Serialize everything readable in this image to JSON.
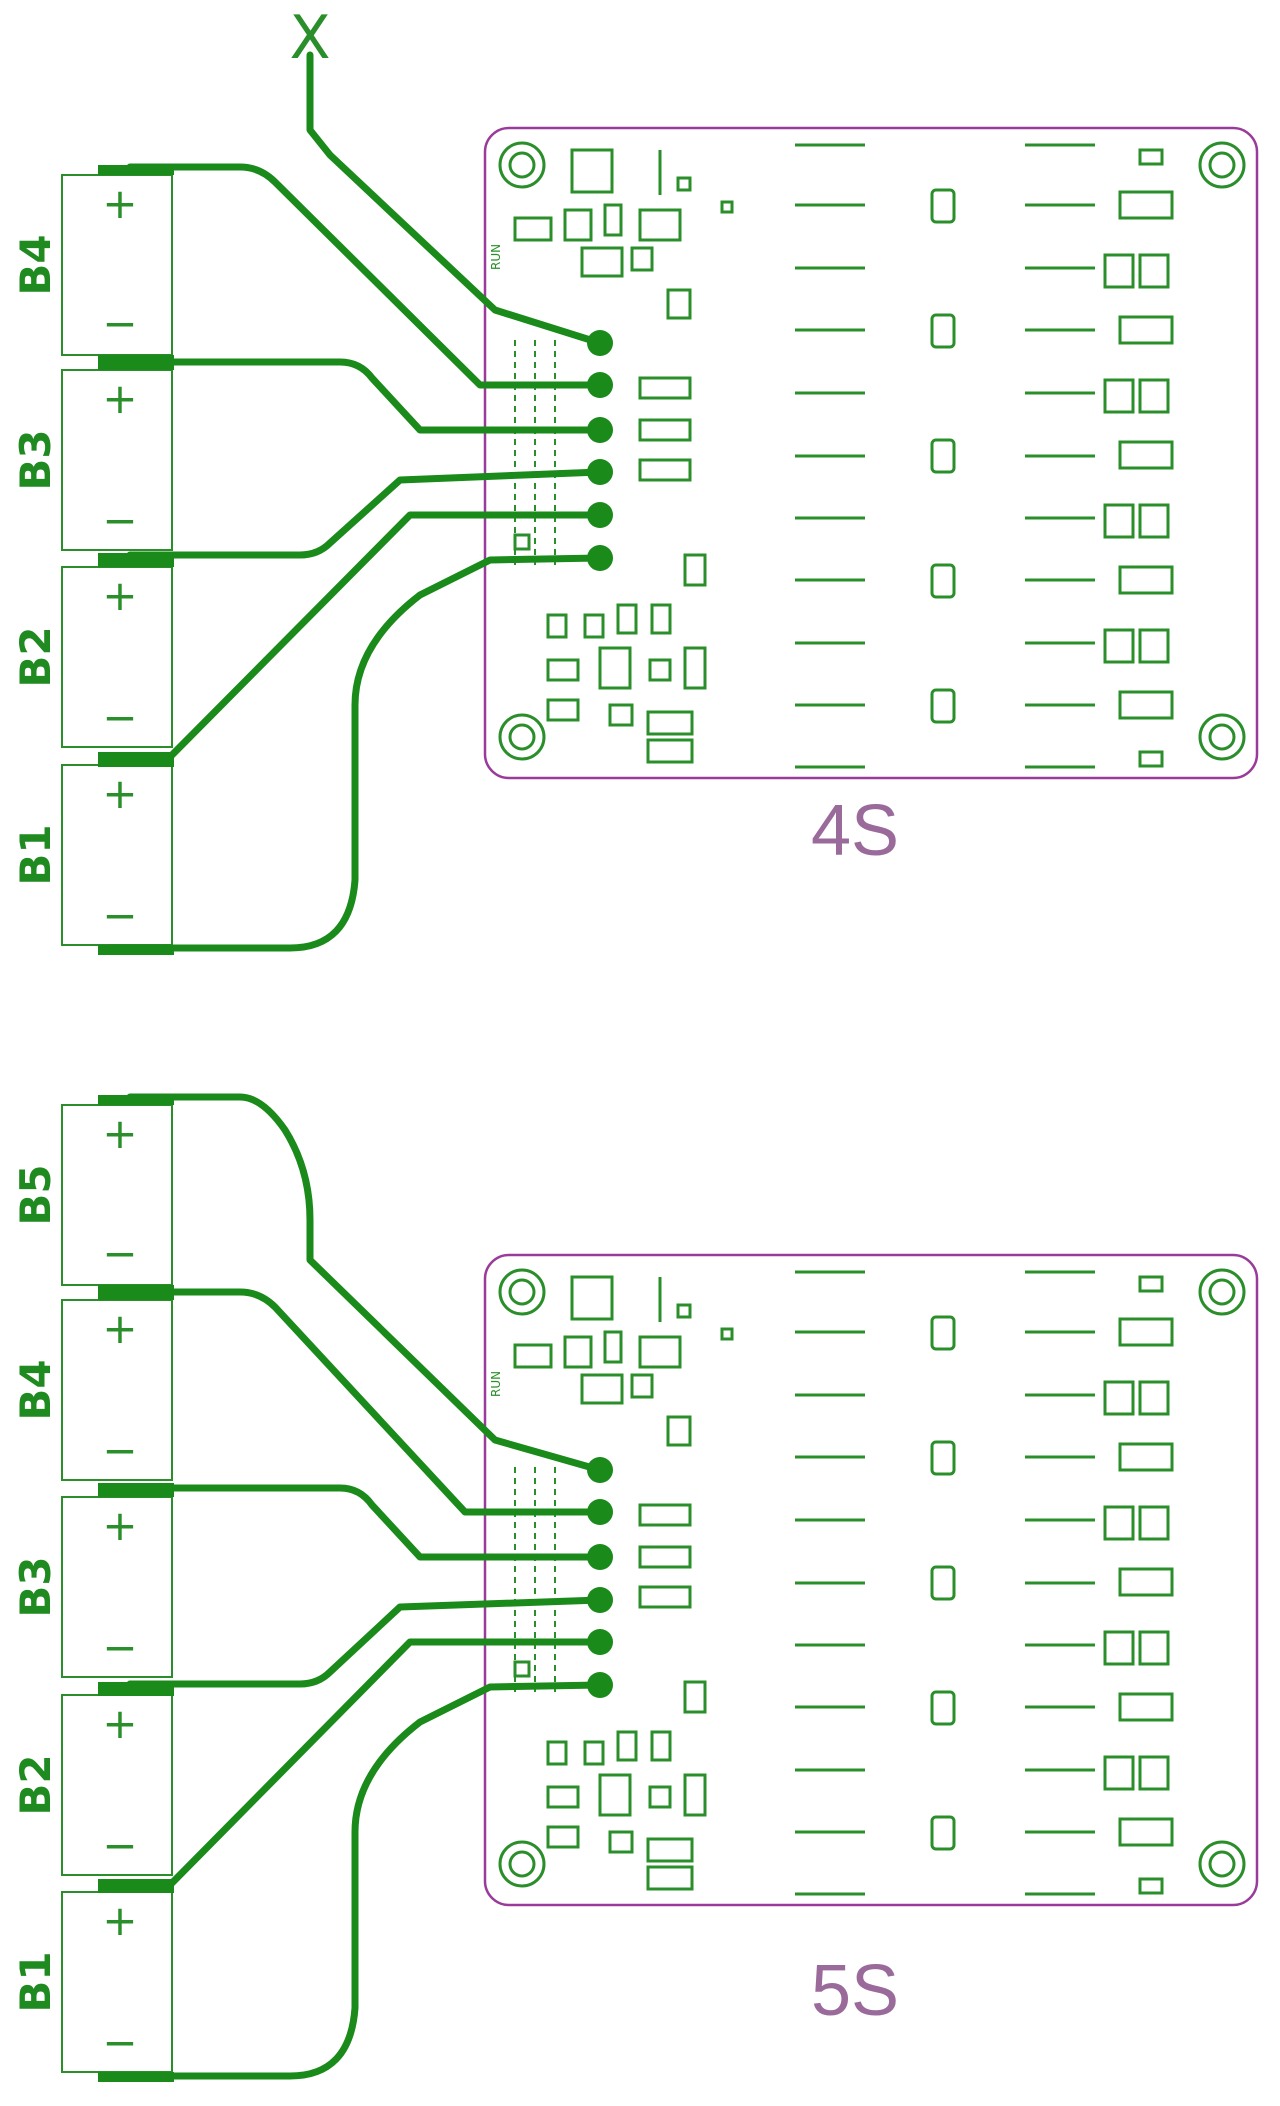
{
  "colors": {
    "trace": "#1a8a1a",
    "silkscreen": "#2a8f2a",
    "board_outline": "#9a3a9a",
    "label_text": "#9a6a9a",
    "battery_outline": "#2a8f2a"
  },
  "diagrams": [
    {
      "config_label": "4S",
      "batteries": [
        {
          "label": "B4",
          "plus": "+",
          "minus": "−"
        },
        {
          "label": "B3",
          "plus": "+",
          "minus": "−"
        },
        {
          "label": "B2",
          "plus": "+",
          "minus": "−"
        },
        {
          "label": "B1",
          "plus": "+",
          "minus": "−"
        }
      ],
      "board_marker": "RUN",
      "output_marker": "X"
    },
    {
      "config_label": "5S",
      "batteries": [
        {
          "label": "B5",
          "plus": "+",
          "minus": "−"
        },
        {
          "label": "B4",
          "plus": "+",
          "minus": "−"
        },
        {
          "label": "B3",
          "plus": "+",
          "minus": "−"
        },
        {
          "label": "B2",
          "plus": "+",
          "minus": "−"
        },
        {
          "label": "B1",
          "plus": "+",
          "minus": "−"
        }
      ],
      "board_marker": "RUN"
    }
  ]
}
